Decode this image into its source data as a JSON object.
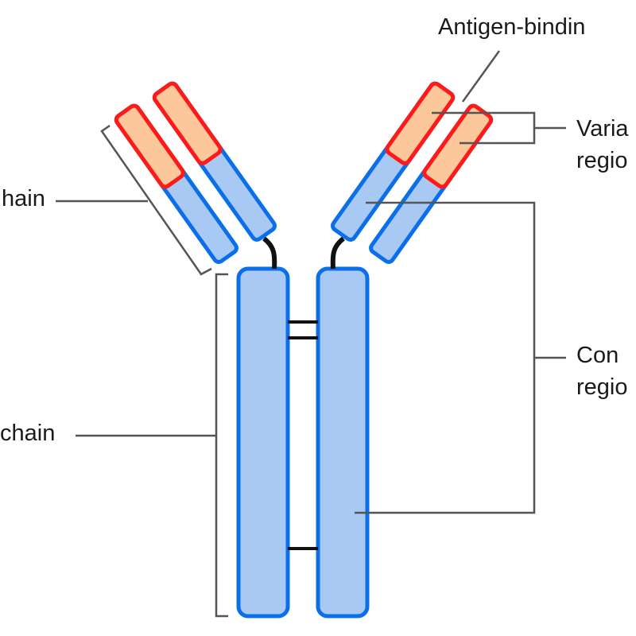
{
  "labels": {
    "antigen_binding": "Antigen-bindin",
    "variable_line1": "Varia",
    "variable_line2": "regio",
    "light_chain": "hain",
    "constant_line1": "Con",
    "constant_line2": "regio",
    "heavy_chain": "chain"
  },
  "colors": {
    "variable_fill": "#fcc79a",
    "variable_stroke": "#ff1a1a",
    "constant_fill": "#a9c9f5",
    "constant_stroke": "#0a6fe8",
    "line": "#555555",
    "hinge": "#111111"
  }
}
